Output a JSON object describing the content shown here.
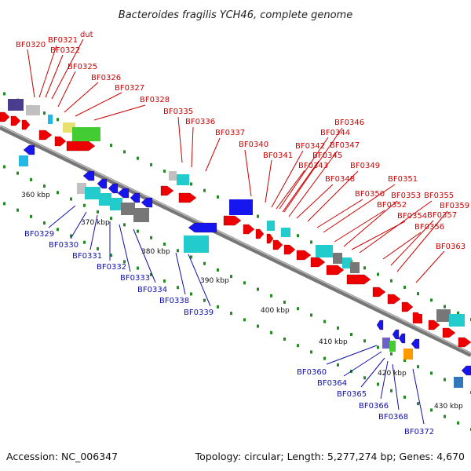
{
  "title": "Bacteroides fragilis YCH46, complete genome",
  "footer": {
    "accession": "Accession: NC_006347",
    "summary": "Topology: circular; Length: 5,277,274 bp; Genes: 4,670"
  },
  "colors": {
    "top_label": "#cc0000",
    "bottom_label": "#1010aa",
    "forward_gene": "#ee0000",
    "reverse_gene": "#1515ee",
    "cyan_feature": "#22cccc",
    "gray_feature": "#777777",
    "backbone": "#888888",
    "tick": "#228b22"
  },
  "scale_labels": [
    "360 kbp",
    "370 kbp",
    "380 kbp",
    "390 kbp",
    "400 kbp",
    "410 kbp",
    "420 kbp",
    "430 kbp"
  ],
  "top_labels": [
    "BF0320",
    "BF0321",
    "BF0322",
    "dut",
    "BF0325",
    "BF0326",
    "BF0327",
    "BF0328",
    "BF0335",
    "BF0336",
    "BF0337",
    "BF0340",
    "BF0341",
    "BF0342",
    "BF0343",
    "BF0344",
    "BF0345",
    "BF0346",
    "BF0347",
    "BF0348",
    "BF0349",
    "BF0350",
    "BF0351",
    "BF0352",
    "BF0353",
    "BF0354",
    "BF0355",
    "BF0356",
    "BF0357",
    "BF0359",
    "BF0363"
  ],
  "bottom_labels": [
    "BF0329",
    "BF0330",
    "BF0331",
    "BF0332",
    "BF0333",
    "BF0334",
    "BF0338",
    "BF0339",
    "BF0360",
    "BF0364",
    "BF0365",
    "BF0366",
    "BF0368",
    "BF0372"
  ]
}
